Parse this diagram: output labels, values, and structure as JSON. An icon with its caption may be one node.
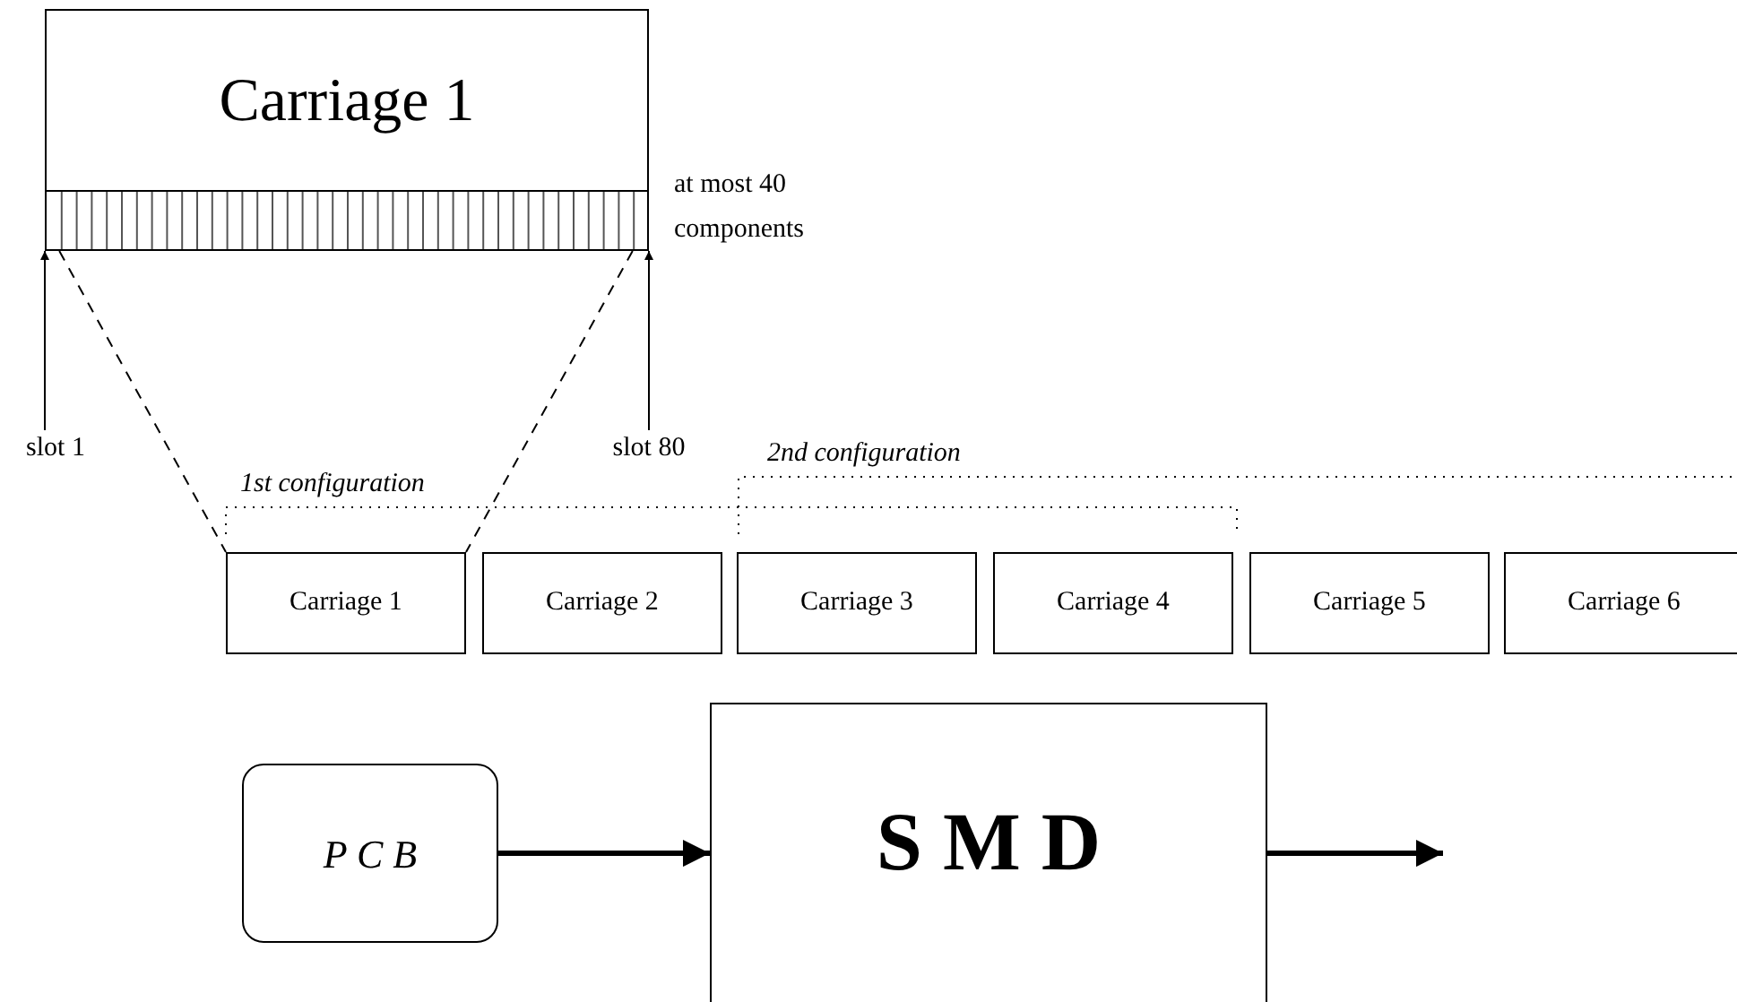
{
  "diagram": {
    "nodes": [
      {
        "text": [
          "Carriage 1"
        ],
        "beside": [
          "at most 40 components"
        ]
      },
      {
        "text": [
          "slot 1"
        ]
      },
      {
        "text": [
          "slot 80"
        ]
      },
      {
        "text": [
          "Carriage 1"
        ]
      },
      {
        "text": [
          "Carriage 2"
        ]
      },
      {
        "text": [
          "Carriage 3"
        ]
      },
      {
        "text": [
          "Carriage 4"
        ]
      },
      {
        "text": [
          "Carriage 5"
        ]
      },
      {
        "text": [
          "Carriage 6"
        ]
      },
      {
        "text": [
          "P C B"
        ]
      },
      {
        "text": [
          "S M D"
        ]
      }
    ],
    "edges": [
      {
        "from": 1,
        "to": 0,
        "arrow": "to"
      },
      {
        "from": 2,
        "to": 0,
        "arrow": "to"
      },
      {
        "from": 0,
        "to": 3,
        "arrow": "none",
        "style": "dashed"
      },
      {
        "from": 0,
        "to": 3,
        "arrow": "none",
        "style": "dashed"
      },
      {
        "from": 9,
        "to": 10,
        "arrow": "to",
        "style": "thick"
      },
      {
        "from": 10,
        "to": null,
        "arrow": "to",
        "style": "thick"
      }
    ],
    "labels": [
      "1st configuration",
      "2nd configuration"
    ]
  }
}
